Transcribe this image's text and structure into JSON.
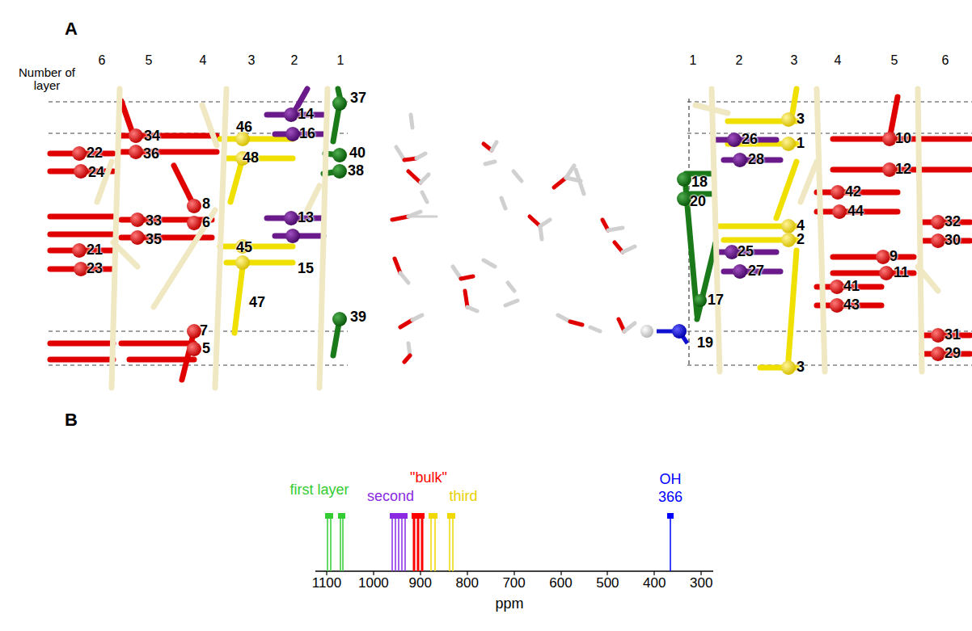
{
  "diagram": {
    "labels": [
      "A",
      "Number of layer",
      "6",
      "5",
      "4",
      "3",
      "2",
      "1",
      "1",
      "2",
      "3",
      "4",
      "5",
      "6",
      "37",
      "34",
      "14",
      "22",
      "36",
      "46",
      "16",
      "24",
      "48",
      "40",
      "8",
      "33",
      "6",
      "13",
      "38",
      "35",
      "21",
      "45",
      "15",
      "23",
      "47",
      "39",
      "7",
      "5",
      "3",
      "26",
      "1",
      "10",
      "18",
      "28",
      "42",
      "12",
      "20",
      "44",
      "4",
      "32",
      "25",
      "2",
      "9",
      "30",
      "27",
      "17",
      "41",
      "11",
      "19",
      "43",
      "3",
      "31",
      "29",
      "B",
      "first layer",
      "second",
      "\"bulk\"",
      "third",
      "OH",
      "366",
      "1100",
      "1000",
      "900",
      "800",
      "700",
      "600",
      "500",
      "400",
      "300",
      "ppm"
    ]
  }
}
